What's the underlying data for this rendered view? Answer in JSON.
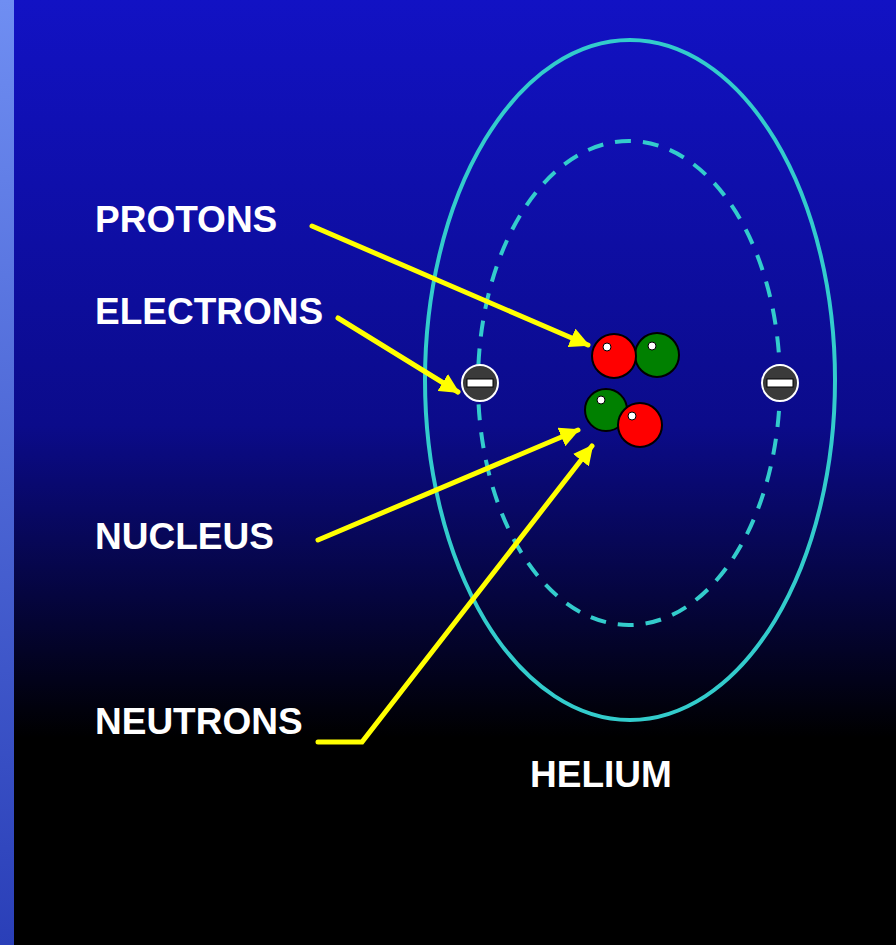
{
  "diagram": {
    "labels": [
      "PROTONS",
      "ELECTRONS",
      "NUCLEUS",
      "NEUTRONS",
      "HELIUM"
    ]
  }
}
